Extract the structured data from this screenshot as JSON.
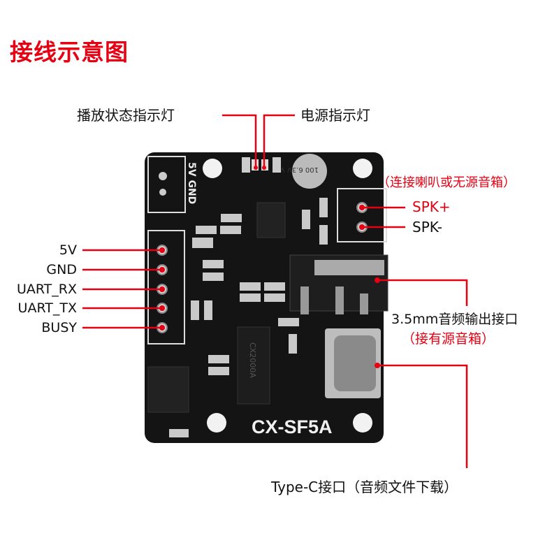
{
  "title": "接线示意图",
  "board": {
    "model": "CX-SF5A",
    "power_header_label": "5V GND",
    "main_chip": "CX2000A",
    "capacitor_marking": "100 6.3V VT"
  },
  "labels": {
    "play_led": "播放状态指示灯",
    "power_led": "电源指示灯",
    "speaker_note": "（连接喇叭或无源音箱）",
    "spk_plus": "SPK+",
    "spk_minus": "SPK-",
    "jack": "3.5mm音频输出接口",
    "jack_note": "（接有源音箱）",
    "typec": "Type-C接口（音频文件下载）"
  },
  "pins": [
    "5V",
    "GND",
    "UART_RX",
    "UART_TX",
    "BUSY"
  ],
  "colors": {
    "accent": "#e60012",
    "board": "#141414"
  }
}
